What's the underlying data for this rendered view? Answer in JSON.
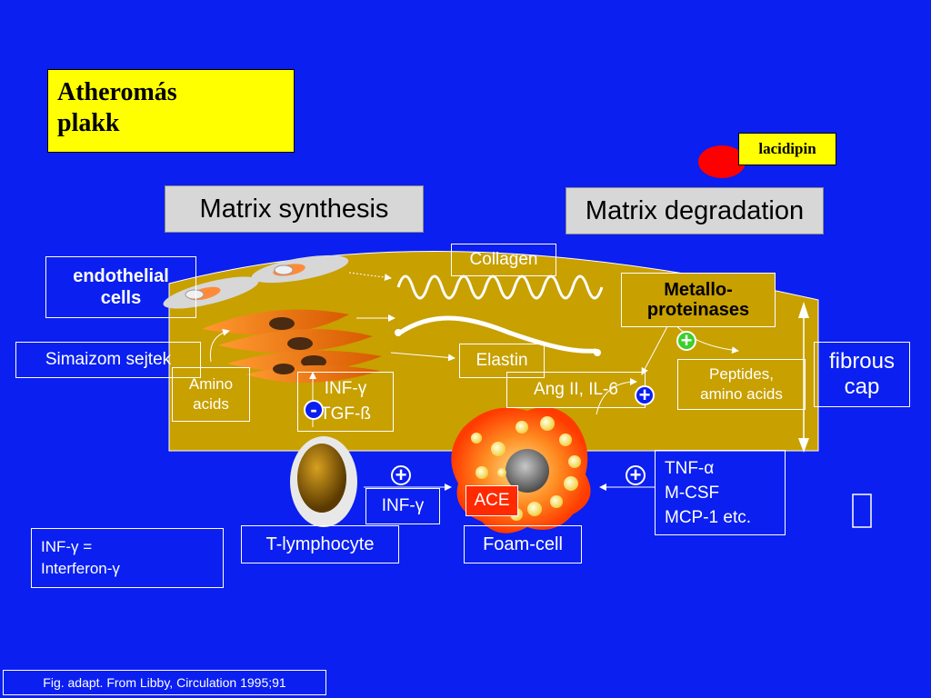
{
  "title": "Atheromás\nplakk",
  "lacidipin": "lacidipin",
  "headers": {
    "synthesis": "Matrix synthesis",
    "degradation": "Matrix degradation"
  },
  "labels": {
    "endothelial": "endothelial cells",
    "smooth_muscle": "Simaizom sejtek",
    "amino_acids": "Amino acids",
    "collagen": "Collagen",
    "elastin": "Elastin",
    "metalloproteinases": "Metallo-\nproteinases",
    "peptides": "Peptides,\namino acids",
    "fibrous_cap": "fibrous\ncap",
    "ang": "Ang II, IL-6",
    "inf_tgf_1": "INF-γ",
    "inf_tgf_2": "TGF-ß",
    "inf_gamma": "INF-γ",
    "ace": "ACE",
    "tnf_1": "TNF-α",
    "tnf_2": "M-CSF",
    "tnf_3": "MCP-1 etc.",
    "t_lymphocyte": "T-lymphocyte",
    "foam_cell": "Foam-cell",
    "legend": "INF-γ =\nInterferon-γ",
    "footer": "Fig. adapt. From Libby, Circulation 1995;91"
  },
  "signs": {
    "minus": "-",
    "plus": "+"
  },
  "colors": {
    "background": "#0a1ff0",
    "plaque": "#c8a000",
    "title_box": "#ffff00",
    "ace": "#ff2a00",
    "lacidipin_dot": "#ff0000"
  }
}
